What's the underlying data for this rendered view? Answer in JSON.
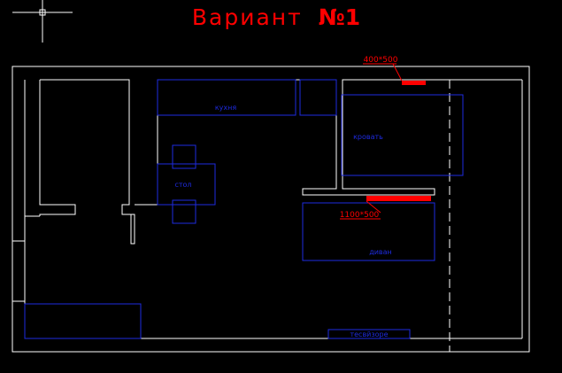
{
  "title": {
    "prefix": "Вариант",
    "number": "№1"
  },
  "colors": {
    "background": "#000000",
    "walls": "#FFFFFF",
    "furniture": "#1E2BE0",
    "annotations": "#FF0000"
  },
  "furniture_labels": {
    "kitchen": "кухня",
    "table": "стол",
    "bed": "кровать",
    "sofa": "диван",
    "bottom_item": "тесвйзоре"
  },
  "dimensions": {
    "top": "400*500",
    "middle": "1100*500"
  },
  "cursor": {
    "icon": "crosshair-icon"
  }
}
